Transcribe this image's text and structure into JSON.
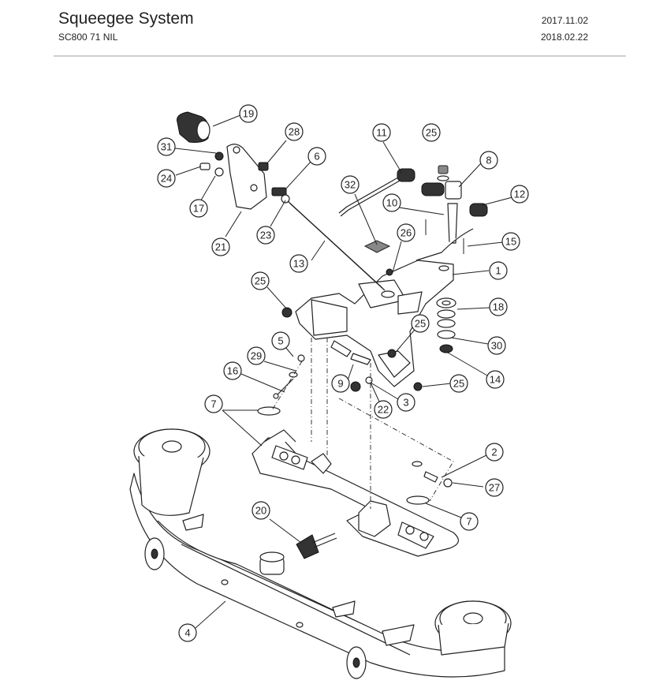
{
  "header": {
    "title": "Squeegee System",
    "subtitle": "SC800 71 NIL",
    "date_1": "2017.11.02",
    "date_2": "2018.02.22"
  },
  "callouts": [
    {
      "id": "c1",
      "label": "1"
    },
    {
      "id": "c2",
      "label": "2"
    },
    {
      "id": "c3",
      "label": "3"
    },
    {
      "id": "c4",
      "label": "4"
    },
    {
      "id": "c5",
      "label": "5"
    },
    {
      "id": "c6",
      "label": "6"
    },
    {
      "id": "c7a",
      "label": "7"
    },
    {
      "id": "c7b",
      "label": "7"
    },
    {
      "id": "c8",
      "label": "8"
    },
    {
      "id": "c9",
      "label": "9"
    },
    {
      "id": "c10",
      "label": "10"
    },
    {
      "id": "c11",
      "label": "11"
    },
    {
      "id": "c12",
      "label": "12"
    },
    {
      "id": "c13",
      "label": "13"
    },
    {
      "id": "c14",
      "label": "14"
    },
    {
      "id": "c15",
      "label": "15"
    },
    {
      "id": "c16",
      "label": "16"
    },
    {
      "id": "c17",
      "label": "17"
    },
    {
      "id": "c18",
      "label": "18"
    },
    {
      "id": "c19",
      "label": "19"
    },
    {
      "id": "c20",
      "label": "20"
    },
    {
      "id": "c21",
      "label": "21"
    },
    {
      "id": "c22",
      "label": "22"
    },
    {
      "id": "c23",
      "label": "23"
    },
    {
      "id": "c24",
      "label": "24"
    },
    {
      "id": "c25a",
      "label": "25"
    },
    {
      "id": "c25b",
      "label": "25"
    },
    {
      "id": "c25c",
      "label": "25"
    },
    {
      "id": "c25d",
      "label": "25"
    },
    {
      "id": "c26",
      "label": "26"
    },
    {
      "id": "c27",
      "label": "27"
    },
    {
      "id": "c28",
      "label": "28"
    },
    {
      "id": "c29",
      "label": "29"
    },
    {
      "id": "c30",
      "label": "30"
    },
    {
      "id": "c31",
      "label": "31"
    },
    {
      "id": "c32",
      "label": "32"
    }
  ]
}
